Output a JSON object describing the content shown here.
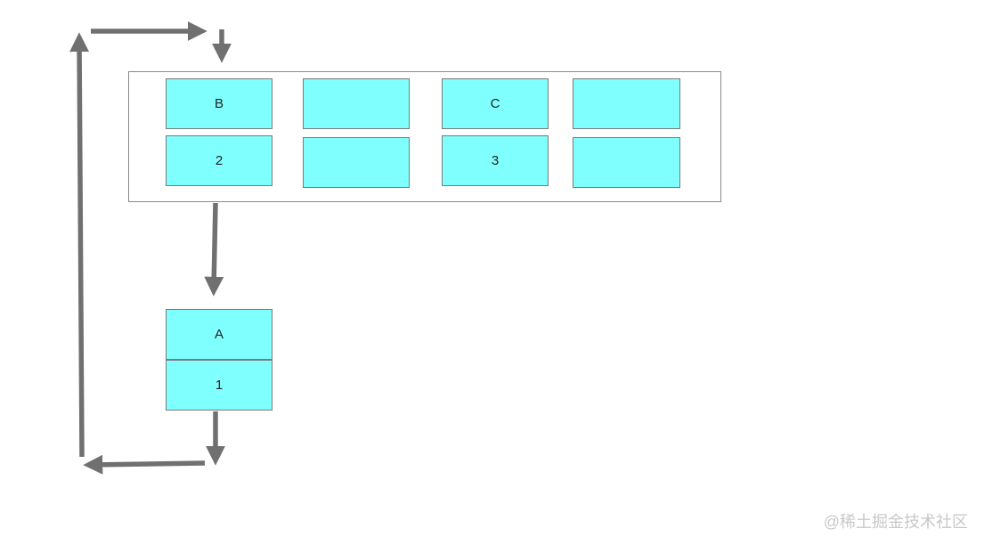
{
  "array_cells": {
    "row1": [
      "B",
      "",
      "C",
      ""
    ],
    "row2": [
      "2",
      "",
      "3",
      ""
    ]
  },
  "current_node": {
    "top": "A",
    "bottom": "1"
  },
  "watermark": "@稀土掘金技术社区",
  "colors": {
    "cell_fill": "#80ffff",
    "arrow": "#707070"
  }
}
